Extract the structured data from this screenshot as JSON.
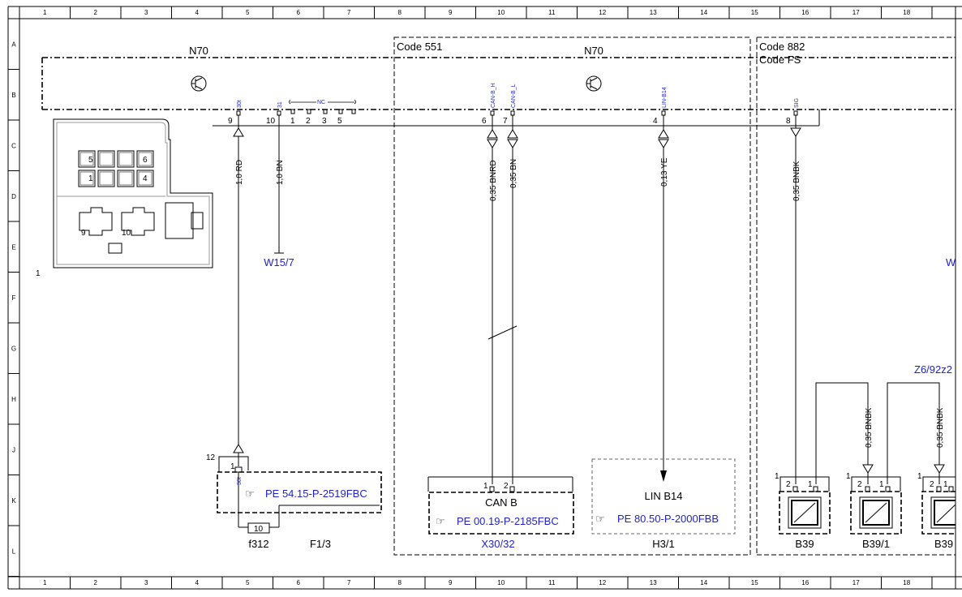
{
  "grid": {
    "columns": [
      "1",
      "2",
      "3",
      "4",
      "5",
      "6",
      "7",
      "8",
      "9",
      "10",
      "11",
      "12",
      "13",
      "14",
      "15",
      "16",
      "17",
      "18"
    ],
    "rows": [
      "A",
      "B",
      "C",
      "D",
      "E",
      "F",
      "G",
      "H",
      "J",
      "K",
      "L"
    ]
  },
  "components": {
    "n70_left": "N70",
    "n70_mid": "N70",
    "code_551": "Code 551",
    "code_882": "Code 882",
    "code_fs": "Code FS",
    "connector_ref": "1",
    "w15_7": "W15/7",
    "w_right": "W",
    "z6_92z2": "Z6/92z2",
    "f312": "f312",
    "f1_3": "F1/3",
    "x30_32": "X30/32",
    "h3_1": "H3/1",
    "b39": "B39",
    "b39_1": "B39/1",
    "b39_partial": "B39",
    "can_b": "CAN B",
    "lin_b14": "LIN B14"
  },
  "signals": {
    "s30t": "30t",
    "s31": "31",
    "nc": "NC",
    "can_b_h": "CAN-B_H",
    "can_b_l": "CAN-B_L",
    "lin_b14": "LIN-B14",
    "sig": "SIG",
    "s30t_bottom": "30t"
  },
  "pins": {
    "p9": "9",
    "p10": "10",
    "p1": "1",
    "p2": "2",
    "p3": "3",
    "p5": "5",
    "p6": "6",
    "p7": "7",
    "p4": "4",
    "p8": "8",
    "p12": "12",
    "f1_pin": "1",
    "fuse_num": "10",
    "x30_p1": "1",
    "x30_p2": "2",
    "b39_p2": "2",
    "b39_p1": "1",
    "b39_ref": "1",
    "b391_p2": "2",
    "b391_p1": "1",
    "b391_ref": "1",
    "b39c_p2": "2",
    "b39c_p1": "1",
    "b39c_ref": "1"
  },
  "connector_view": {
    "cells": [
      "5",
      "6",
      "1",
      "4"
    ],
    "plugs": [
      "9",
      "10"
    ]
  },
  "wires": {
    "w_rd": "1,0 RD",
    "w_bn": "1,0 BN",
    "w_bnrd": "0,35 BNRD",
    "w_bn2": "0,35 BN",
    "w_ye": "0,13 YE",
    "w_bnbk": "0,35 BNBK",
    "w_bnbk2": "0,35 BNBK",
    "w_bnbk3": "0,35 BNBK"
  },
  "references": {
    "pe_5415": "PE 54.15-P-2519FBC",
    "pe_0019": "PE 00.19-P-2185FBC",
    "pe_8050": "PE 80.50-P-2000FBB"
  }
}
